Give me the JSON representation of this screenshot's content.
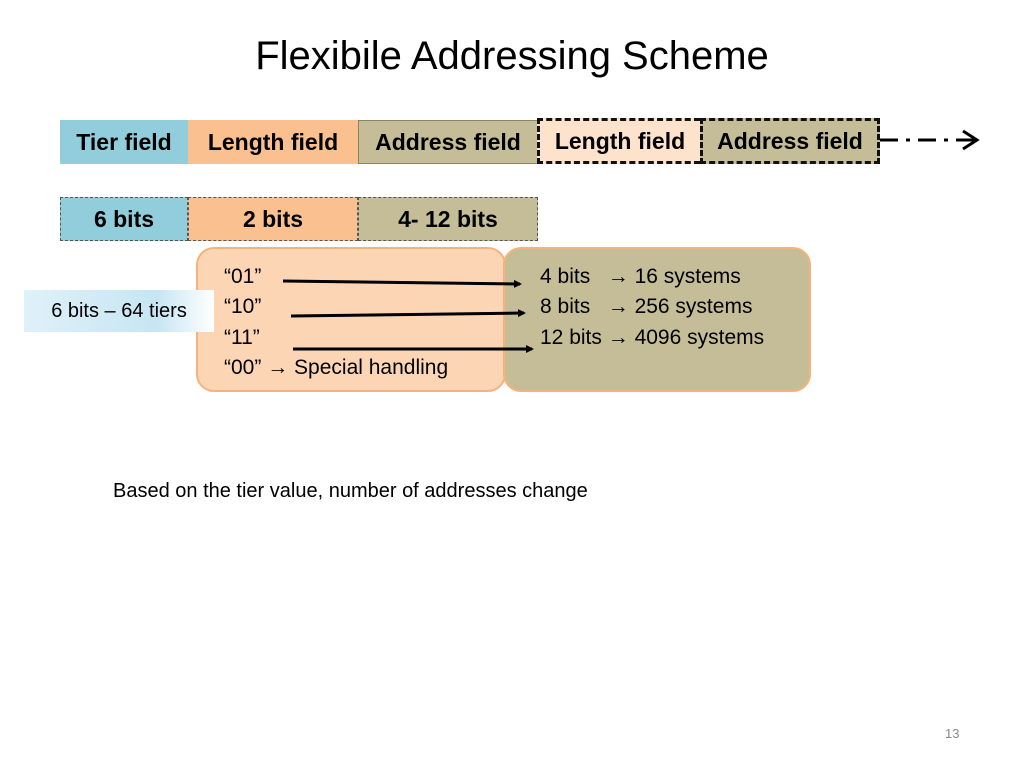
{
  "slide": {
    "title": "Flexibile Addressing Scheme",
    "number": "13"
  },
  "fields": [
    {
      "label": "Tier field"
    },
    {
      "label": "Length field"
    },
    {
      "label": "Address field"
    },
    {
      "label": "Length field"
    },
    {
      "label": "Address field"
    }
  ],
  "bits": [
    {
      "label": "6 bits"
    },
    {
      "label": "2 bits"
    },
    {
      "label": "4- 12 bits"
    }
  ],
  "tier_callout": "6 bits – 64 tiers",
  "length_codes": [
    {
      "code": "“01”"
    },
    {
      "code": "“10”"
    },
    {
      "code": "“11”"
    },
    {
      "code": "“00”",
      "note": "Special handling"
    }
  ],
  "address_sizes": [
    {
      "bits": "4 bits",
      "systems": "16 systems"
    },
    {
      "bits": "8 bits",
      "systems": "256 systems"
    },
    {
      "bits": "12 bits",
      "systems": "4096 systems"
    }
  ],
  "footnote": "Based on the tier value, number of addresses change",
  "colors": {
    "tier": "#92cddc",
    "length": "#fac090",
    "address": "#c4bd97",
    "length_light": "#fcd5b5",
    "panel_border": "#f7b27a"
  }
}
